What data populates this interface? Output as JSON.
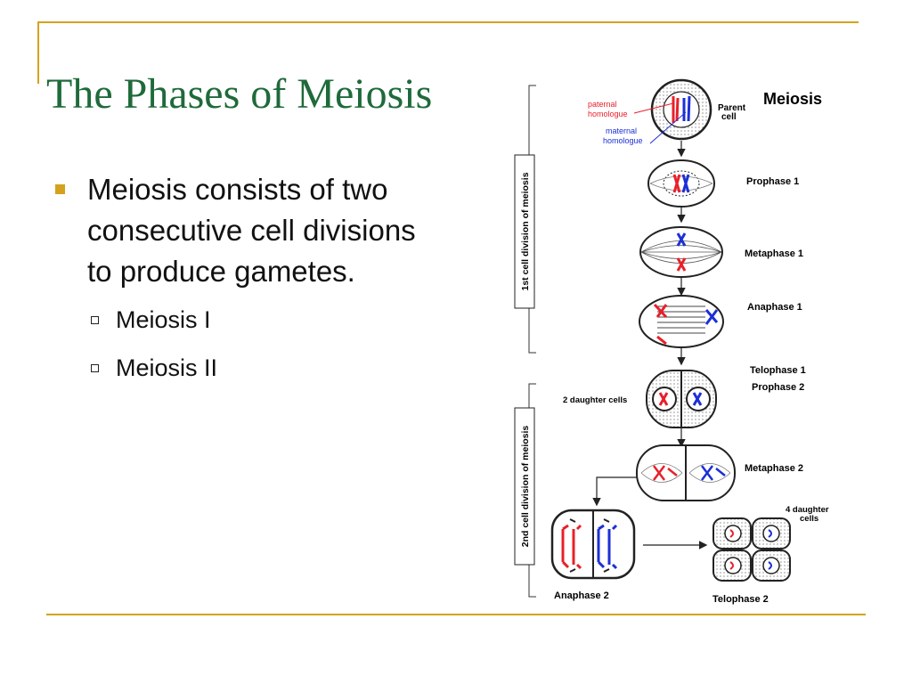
{
  "slide": {
    "title": "The Phases of Meiosis",
    "bullet": "Meiosis consists of two consecutive cell divisions to produce gametes.",
    "sub_bullets": [
      "Meiosis I",
      "Meiosis II"
    ]
  },
  "diagram": {
    "heading": "Meiosis",
    "parent_cell": [
      "Parent",
      "cell"
    ],
    "paternal_label": [
      "paternal",
      "homologue"
    ],
    "maternal_label": [
      "maternal",
      "homologue"
    ],
    "side_label_1": "1st cell division of meiosis",
    "side_label_2": "2nd cell division of meiosis",
    "stages": {
      "prophase1": "Prophase 1",
      "metaphase1": "Metaphase 1",
      "anaphase1": "Anaphase 1",
      "telophase1": "Telophase 1",
      "prophase2": "Prophase 2",
      "two_daughter": "2 daughter cells",
      "metaphase2": "Metaphase 2",
      "anaphase2": "Anaphase 2",
      "telophase2": "Telophase 2",
      "four_daughter": [
        "4 daughter",
        "cells"
      ]
    }
  },
  "colors": {
    "accent": "#d4a21c",
    "title": "#1f6a3a",
    "paternal": "#e8202a",
    "maternal": "#1c2fd6"
  }
}
